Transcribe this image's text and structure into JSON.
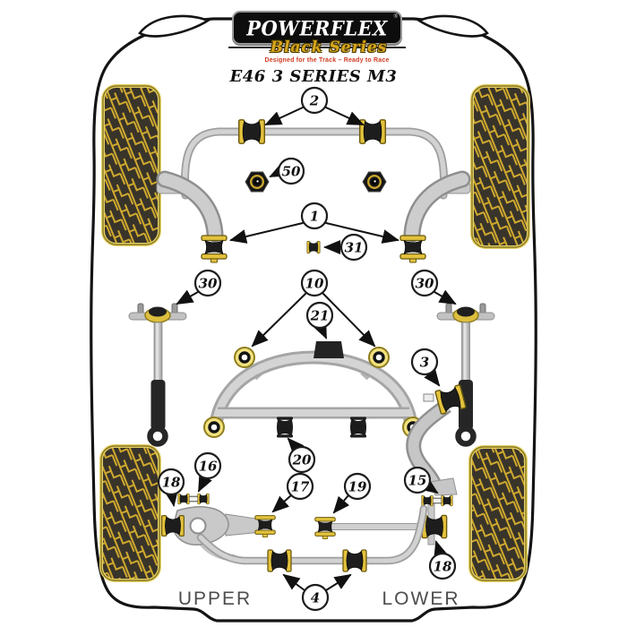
{
  "logo": {
    "brand": "POWERFLEX",
    "registered": "®",
    "series": "Black Series",
    "tagline": "Designed for the Track – Ready to Race"
  },
  "title": "E46 3 SERIES M3",
  "footer": {
    "left": "UPPER",
    "right": "LOWER"
  },
  "callouts": [
    {
      "number": "2"
    },
    {
      "number": "50"
    },
    {
      "number": "1"
    },
    {
      "number": "31"
    },
    {
      "number": "30"
    },
    {
      "number": "10"
    },
    {
      "number": "30"
    },
    {
      "number": "21"
    },
    {
      "number": "3"
    },
    {
      "number": "16"
    },
    {
      "number": "20"
    },
    {
      "number": "18"
    },
    {
      "number": "17"
    },
    {
      "number": "19"
    },
    {
      "number": "15"
    },
    {
      "number": "18"
    },
    {
      "number": "4"
    }
  ],
  "colors": {
    "accent_gold": "#D9B93A",
    "part_black": "#1D1D1D",
    "part_gray": "#C9C9C9",
    "outline_black": "#141414",
    "series_gold": "#D8A61D",
    "tagline_red": "#CF3A21",
    "footer_text": "#4D4D4D"
  }
}
